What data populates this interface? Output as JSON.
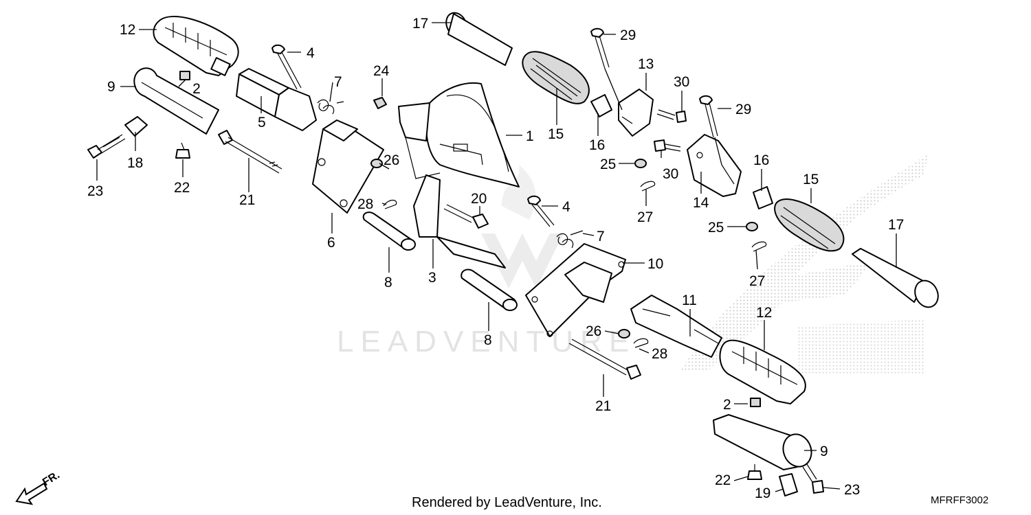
{
  "diagram": {
    "callouts": [
      {
        "id": "c12a",
        "text": "12"
      },
      {
        "id": "c2a",
        "text": "2"
      },
      {
        "id": "c9a",
        "text": "9"
      },
      {
        "id": "c4a",
        "text": "4"
      },
      {
        "id": "c7a",
        "text": "7"
      },
      {
        "id": "c5",
        "text": "5"
      },
      {
        "id": "c18",
        "text": "18"
      },
      {
        "id": "c23a",
        "text": "23"
      },
      {
        "id": "c22a",
        "text": "22"
      },
      {
        "id": "c21a",
        "text": "21"
      },
      {
        "id": "c24",
        "text": "24"
      },
      {
        "id": "c17a",
        "text": "17"
      },
      {
        "id": "c15a",
        "text": "15"
      },
      {
        "id": "c1",
        "text": "1"
      },
      {
        "id": "c6",
        "text": "6"
      },
      {
        "id": "c26a",
        "text": "26"
      },
      {
        "id": "c28a",
        "text": "28"
      },
      {
        "id": "c20",
        "text": "20"
      },
      {
        "id": "c8a",
        "text": "8"
      },
      {
        "id": "c3",
        "text": "3"
      },
      {
        "id": "c8b",
        "text": "8"
      },
      {
        "id": "c4b",
        "text": "4"
      },
      {
        "id": "c7b",
        "text": "7"
      },
      {
        "id": "c10",
        "text": "10"
      },
      {
        "id": "c29a",
        "text": "29"
      },
      {
        "id": "c13",
        "text": "13"
      },
      {
        "id": "c30a",
        "text": "30"
      },
      {
        "id": "c16a",
        "text": "16"
      },
      {
        "id": "c25a",
        "text": "25"
      },
      {
        "id": "c30b",
        "text": "30"
      },
      {
        "id": "c27a",
        "text": "27"
      },
      {
        "id": "c29b",
        "text": "29"
      },
      {
        "id": "c14",
        "text": "14"
      },
      {
        "id": "c16b",
        "text": "16"
      },
      {
        "id": "c15b",
        "text": "15"
      },
      {
        "id": "c25b",
        "text": "25"
      },
      {
        "id": "c27b",
        "text": "27"
      },
      {
        "id": "c17b",
        "text": "17"
      },
      {
        "id": "c11",
        "text": "11"
      },
      {
        "id": "c12b",
        "text": "12"
      },
      {
        "id": "c26b",
        "text": "26"
      },
      {
        "id": "c28b",
        "text": "28"
      },
      {
        "id": "c21b",
        "text": "21"
      },
      {
        "id": "c2b",
        "text": "2"
      },
      {
        "id": "c9b",
        "text": "9"
      },
      {
        "id": "c22b",
        "text": "22"
      },
      {
        "id": "c19",
        "text": "19"
      },
      {
        "id": "c23b",
        "text": "23"
      }
    ],
    "footer_text": "Rendered by LeadVenture, Inc.",
    "diagram_code": "MFRFF3002",
    "watermark_text": "LEADVENTURE",
    "direction_label": "FR.",
    "colors": {
      "line": "#000000",
      "watermark": "#e3e3e3",
      "background": "#ffffff"
    }
  }
}
